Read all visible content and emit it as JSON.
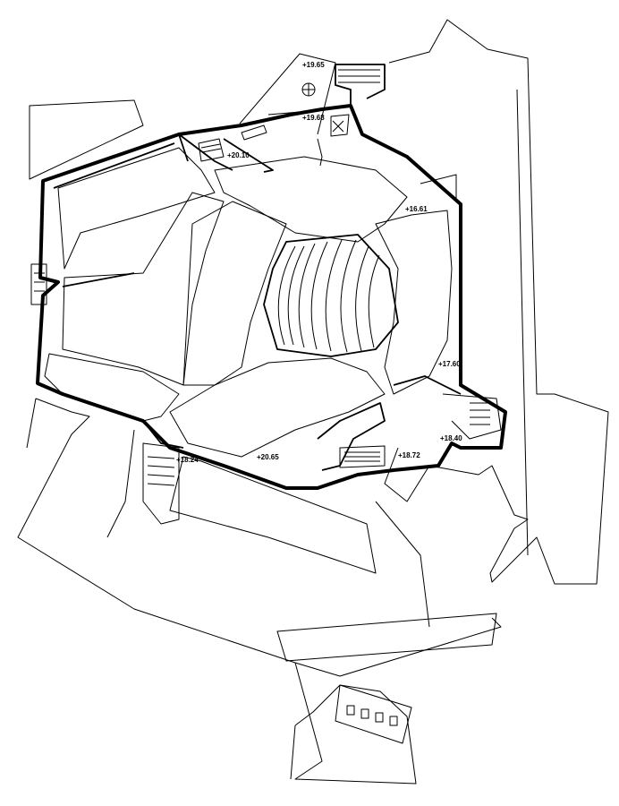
{
  "plan": {
    "elevations": [
      {
        "id": "e1",
        "text": "+19.65"
      },
      {
        "id": "e2",
        "text": "+19.68"
      },
      {
        "id": "e3",
        "text": "+20.10"
      },
      {
        "id": "e4",
        "text": "+16.61"
      },
      {
        "id": "e5",
        "text": "+17.60"
      },
      {
        "id": "e6",
        "text": "+18.40"
      },
      {
        "id": "e7",
        "text": "+18.72"
      },
      {
        "id": "e8",
        "text": "+20.65"
      },
      {
        "id": "e9",
        "text": "+18.24"
      }
    ],
    "line_color": "#000000",
    "background": "#ffffff"
  }
}
